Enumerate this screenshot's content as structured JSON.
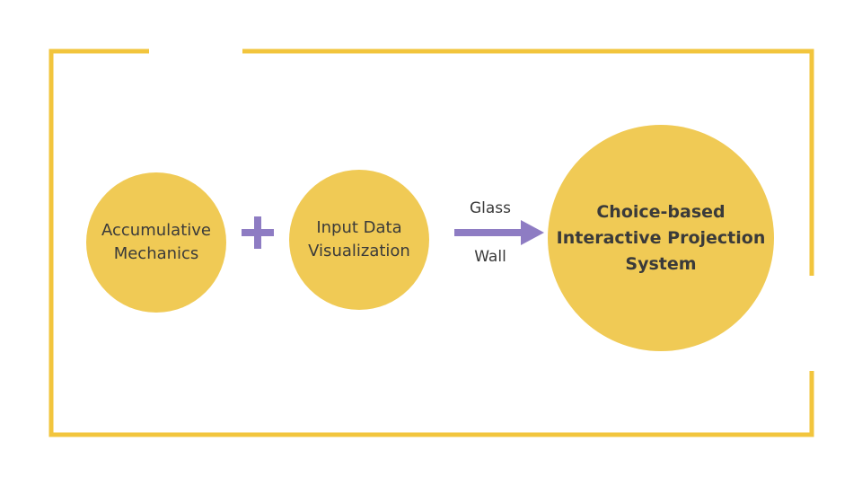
{
  "colors": {
    "frame": "#F2C53D",
    "circle": "#F0CA55",
    "connector": "#8E7CC3",
    "text": "#3a3a3a"
  },
  "nodes": [
    {
      "label": "Accumulative\nMechanics"
    },
    {
      "label": "Input Data\nVisualization"
    },
    {
      "label": "Choice-based\nInteractive Projection\nSystem"
    }
  ],
  "connectors": {
    "plus_icon": "plus-icon",
    "arrow_icon": "arrow-right-icon",
    "arrow_label_top": "Glass",
    "arrow_label_bottom": "Wall"
  }
}
